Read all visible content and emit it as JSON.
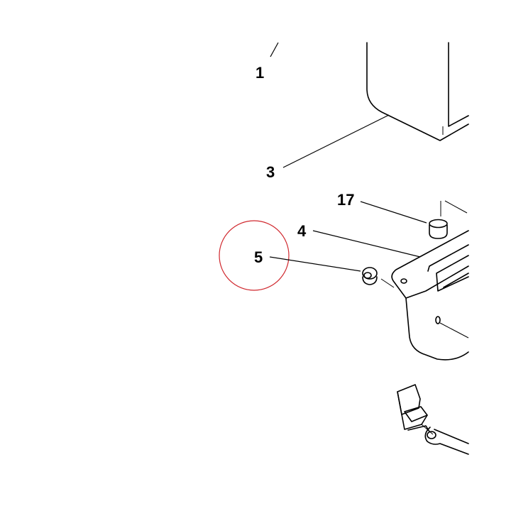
{
  "diagram": {
    "callouts": [
      {
        "id": "c1",
        "label": "1"
      },
      {
        "id": "c3",
        "label": "3"
      },
      {
        "id": "c17",
        "label": "17"
      },
      {
        "id": "c4",
        "label": "4"
      },
      {
        "id": "c5",
        "label": "5",
        "highlighted": true
      }
    ],
    "highlight_color": "#d0282e",
    "line_color": "#000000",
    "background": "#ffffff"
  }
}
